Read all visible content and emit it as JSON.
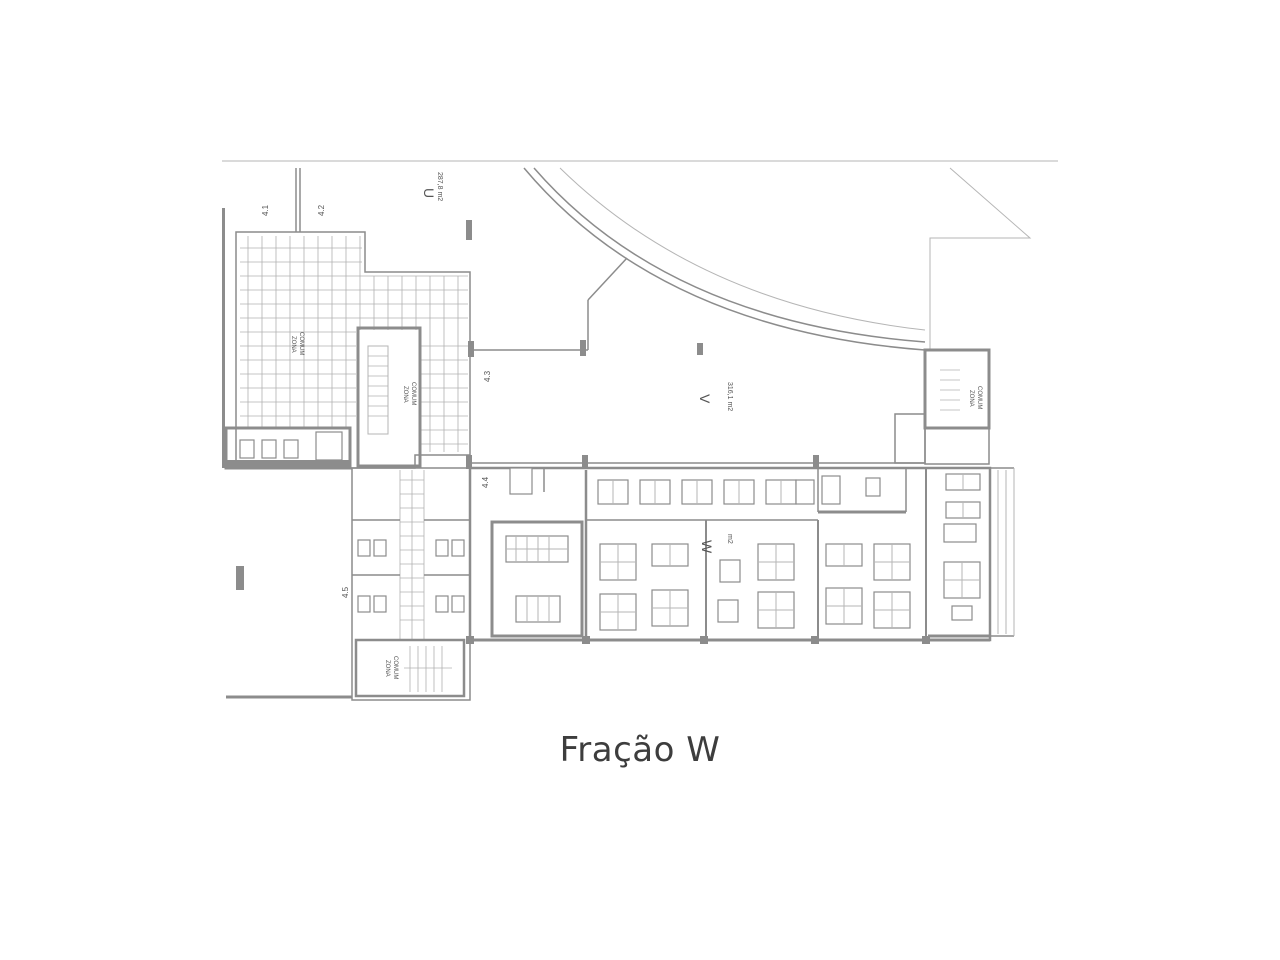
{
  "caption": "Fração W",
  "units": {
    "u": {
      "letter": "U",
      "area": "287,8 m2"
    },
    "v": {
      "letter": "V",
      "area": "316,1 m2"
    },
    "w": {
      "letter": "W",
      "area": "m2"
    }
  },
  "common_zone_label": {
    "line1": "ZONA",
    "line2": "COMUM"
  },
  "access_labels": [
    "4.1",
    "4.2",
    "4.3",
    "4.4",
    "4.5"
  ],
  "colors": {
    "line": "#8c8c8c",
    "text": "#3d3d3d",
    "background": "#ffffff"
  }
}
